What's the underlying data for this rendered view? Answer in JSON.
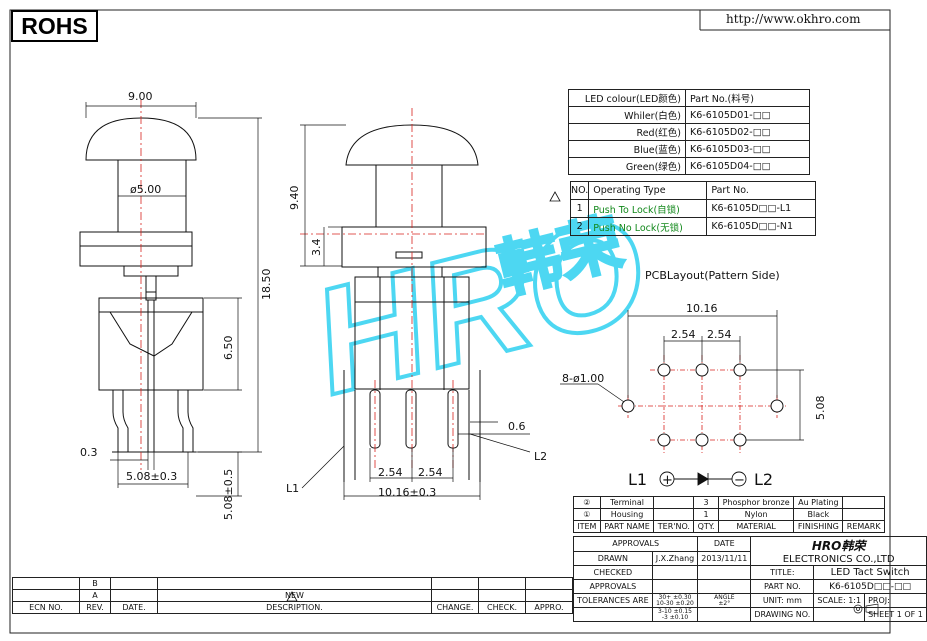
{
  "header": {
    "badge": "ROHS",
    "url": "http://www.okhro.com"
  },
  "watermark": {
    "text": "HRO",
    "cjk": "韩荣"
  },
  "dims": {
    "cap_width": "9.00",
    "stem_dia": "ø5.00",
    "height_total": "18.50",
    "dim_940": "9.40",
    "dim_34": "3.4",
    "dim_650": "6.50",
    "dim_03": "0.3",
    "dim_508": "5.08±0.3",
    "dim_508v": "5.08±0.5",
    "dim_06": "0.6",
    "dim_254a": "2.54",
    "dim_254b": "2.54",
    "dim_1016": "10.16±0.3",
    "lead_l1": "L1",
    "lead_l2": "L2"
  },
  "pcb": {
    "title": "PCBLayout(Pattern Side)",
    "width": "10.16",
    "pitch_a": "2.54",
    "pitch_b": "2.54",
    "holes": "8-ø1.00",
    "height": "5.08"
  },
  "led_table": {
    "header": [
      "LED colour(LED颜色)",
      "Part No.(料号)"
    ],
    "rows": [
      [
        "Whiler(白色)",
        "K6-6105D01-□□"
      ],
      [
        "Red(红色)",
        "K6-6105D02-□□"
      ],
      [
        "Blue(蓝色)",
        "K6-6105D03-□□"
      ],
      [
        "Green(绿色)",
        "K6-6105D04-□□"
      ]
    ]
  },
  "op_table": {
    "header": [
      "NO.",
      "Operating Type",
      "Part No."
    ],
    "rows": [
      [
        "1",
        "Push To Lock(自锁)",
        "K6-6105D□□-L1"
      ],
      [
        "2",
        "Push No Lock(无锁)",
        "K6-6105D□□-N1"
      ]
    ]
  },
  "schematic": {
    "l1": "L1",
    "plus": "+",
    "minus": "−",
    "l2": "L2"
  },
  "bom": {
    "rows": [
      [
        "②",
        "Terminal",
        "",
        "3",
        "Phosphor bronze",
        "Au Plating",
        ""
      ],
      [
        "①",
        "Housing",
        "",
        "1",
        "Nylon",
        "Black",
        ""
      ]
    ],
    "header": [
      "ITEM",
      "PART NAME",
      "TER'NO.",
      "QTY.",
      "MATERIAL",
      "FINISHING",
      "REMARK"
    ]
  },
  "title_block": {
    "approvals": "APPROVALS",
    "date": "DATE",
    "drawn": "DRAWN",
    "drawn_by": "J.X.Zhang",
    "drawn_date": "2013/11/11",
    "checked": "CHECKED",
    "approvals2": "APPROVALS",
    "tolerances": "TOLERANCES ARE",
    "tol": [
      "30+",
      "10-30",
      "3-10",
      "-3"
    ],
    "tol_val": [
      "±0.30",
      "±0.20",
      "±0.15",
      "±0.10"
    ],
    "angle": "ANGLE",
    "angle_val": "±2°",
    "company_logo": "HRO韩荣",
    "company": "ELECTRONICS CO.,LTD",
    "title_label": "TITLE:",
    "title": "LED Tact Switch",
    "part_label": "PART NO.",
    "part": "K6-6105D□□-□□",
    "unit": "UNIT: mm",
    "scale": "SCALE: 1:1",
    "proj": "PROJ:",
    "drawing_no": "DRAWING NO.",
    "sheet": "SHEET  1 OF 1"
  },
  "revision": {
    "rows": [
      [
        "",
        "B",
        "",
        "",
        "",
        ""
      ],
      [
        "",
        "A",
        "",
        "NEW",
        "",
        ""
      ]
    ],
    "header": [
      "ECN NO.",
      "REV.",
      "DATE.",
      "DESCRIPTION.",
      "CHANGE.",
      "CHECK.",
      "APPRO."
    ]
  }
}
